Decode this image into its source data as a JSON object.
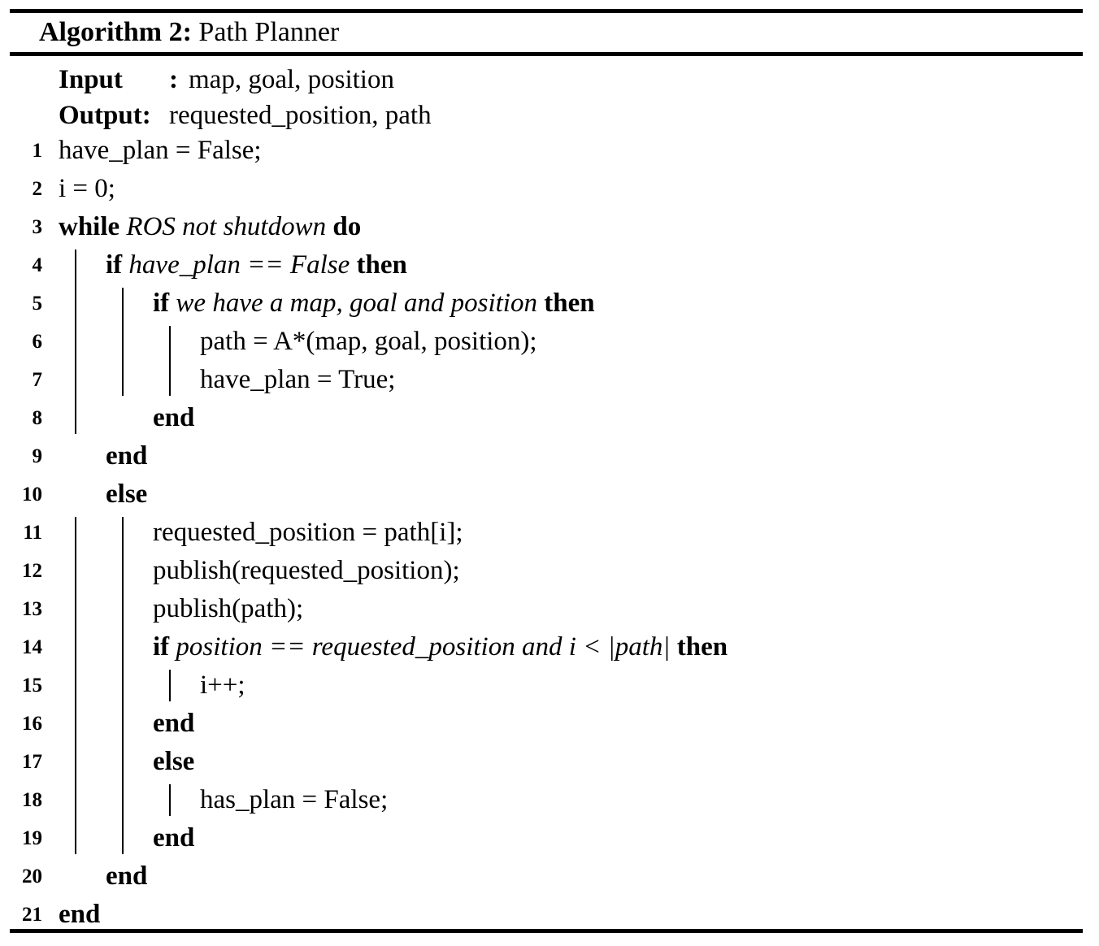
{
  "figure": {
    "kind": "algorithm-pseudocode",
    "title_keyword": "Algorithm 2:",
    "title_name": "Path Planner",
    "title_full": "Algorithm 2: Path Planner"
  },
  "io": {
    "input_label": "Input",
    "input_separator": ":",
    "input_value": "map, goal, position",
    "output_label": "Output:",
    "output_value": "requested_position, path"
  },
  "lines": [
    {
      "n": "1",
      "level": 0,
      "text": "have_plan = False;"
    },
    {
      "n": "2",
      "level": 0,
      "text": "i = 0;"
    },
    {
      "n": "3",
      "level": 0,
      "kw1": "while",
      "cond": "ROS not shutdown",
      "kw2": "do"
    },
    {
      "n": "4",
      "level": 1,
      "kw1": "if",
      "cond": "have_plan == False",
      "kw2": "then"
    },
    {
      "n": "5",
      "level": 2,
      "kw1": "if",
      "cond": "we have a map, goal and position",
      "kw2": "then"
    },
    {
      "n": "6",
      "level": 3,
      "text": "path = A*(map, goal, position);"
    },
    {
      "n": "7",
      "level": 3,
      "text": "have_plan = True;"
    },
    {
      "n": "8",
      "level": 2,
      "kw1": "end"
    },
    {
      "n": "9",
      "level": 1,
      "kw1": "end"
    },
    {
      "n": "10",
      "level": 1,
      "kw1": "else"
    },
    {
      "n": "11",
      "level": 2,
      "text": "requested_position = path[i];"
    },
    {
      "n": "12",
      "level": 2,
      "text": "publish(requested_position);"
    },
    {
      "n": "13",
      "level": 2,
      "text": "publish(path);"
    },
    {
      "n": "14",
      "level": 2,
      "kw1": "if",
      "cond": "position == requested_position and i < |path|",
      "kw2": "then"
    },
    {
      "n": "15",
      "level": 3,
      "text": "i++;"
    },
    {
      "n": "16",
      "level": 2,
      "kw1": "end"
    },
    {
      "n": "17",
      "level": 2,
      "kw1": "else"
    },
    {
      "n": "18",
      "level": 3,
      "text": "has_plan = False;"
    },
    {
      "n": "19",
      "level": 2,
      "kw1": "end"
    },
    {
      "n": "20",
      "level": 1,
      "kw1": "end"
    },
    {
      "n": "21",
      "level": 0,
      "kw1": "end"
    }
  ],
  "guides": [
    {
      "level": 1,
      "from": "4",
      "to": "8"
    },
    {
      "level": 2,
      "from": "5",
      "to": "7"
    },
    {
      "level": 3,
      "from": "6",
      "to": "7"
    },
    {
      "level": 1,
      "from": "11",
      "to": "19"
    },
    {
      "level": 2,
      "from": "11",
      "to": "19"
    },
    {
      "level": 3,
      "from": "15",
      "to": "15"
    },
    {
      "level": 3,
      "from": "18",
      "to": "18"
    }
  ],
  "style": {
    "ink": "#000000",
    "paper": "#ffffff"
  }
}
